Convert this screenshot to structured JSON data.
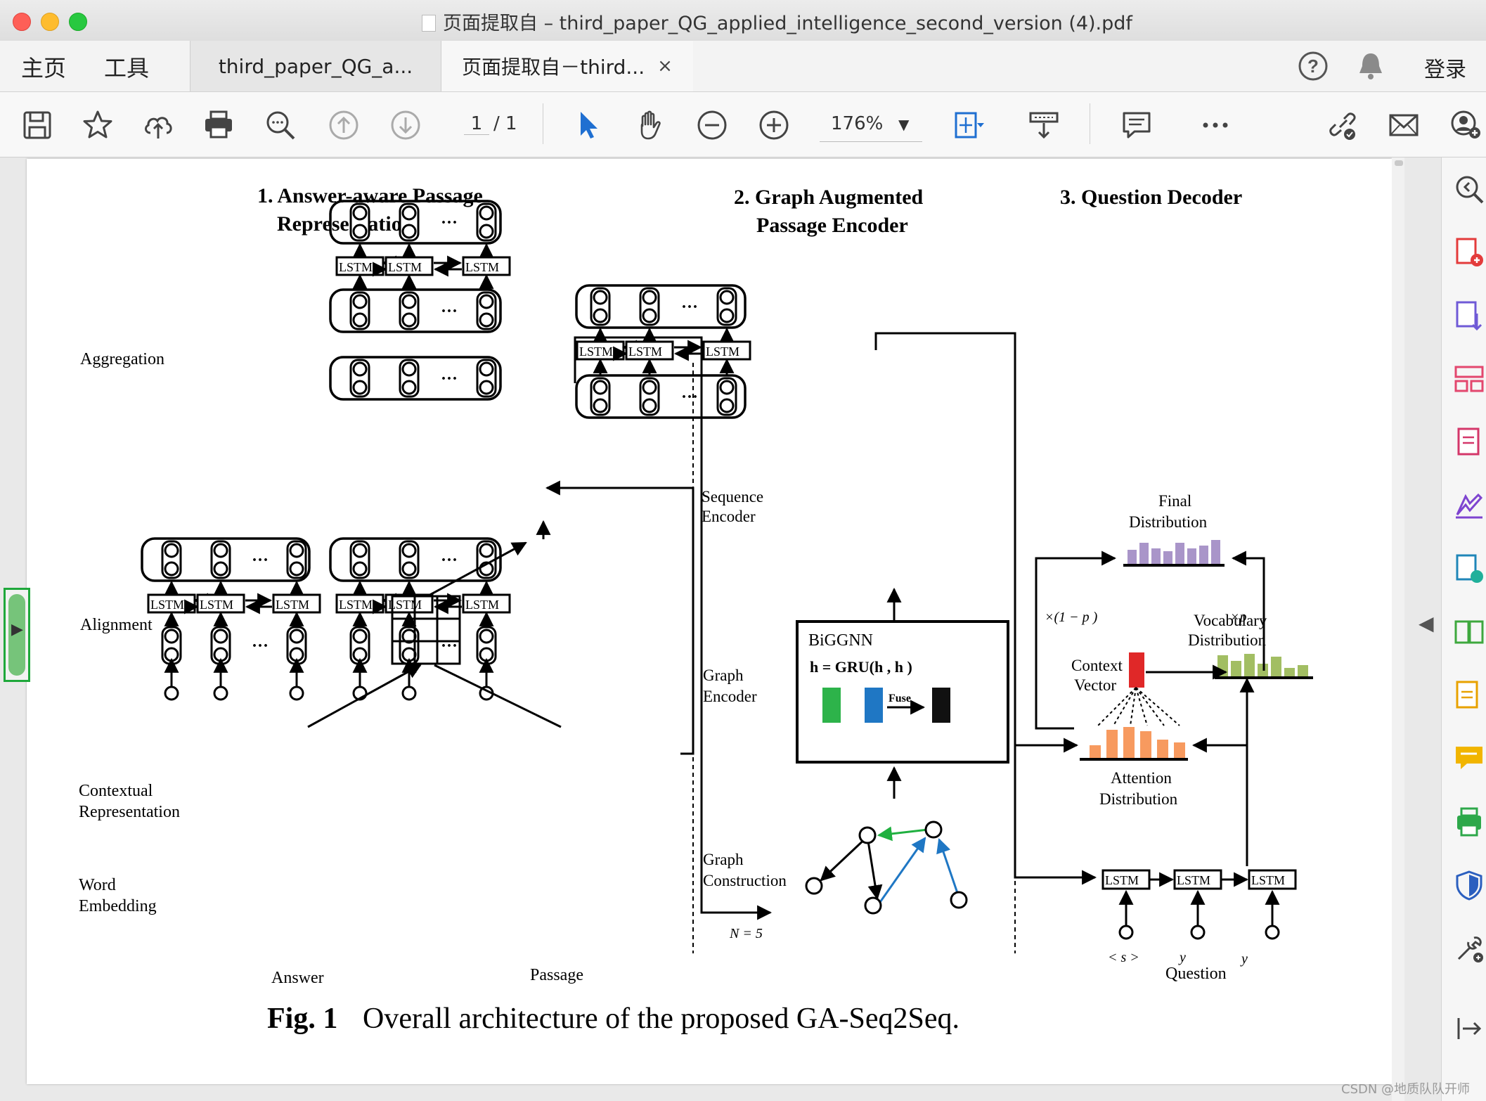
{
  "window": {
    "title": "页面提取自 – third_paper_QG_applied_intelligence_second_version (4).pdf"
  },
  "menu": {
    "home": "主页",
    "tools": "工具"
  },
  "tabs": [
    {
      "label": "third_paper_QG_a..."
    },
    {
      "label": "页面提取自－third...",
      "close": "×"
    }
  ],
  "header_right": {
    "login": "登录"
  },
  "toolbar": {
    "page_current": "1",
    "page_total": "/ 1",
    "zoom": "176%"
  },
  "figure": {
    "section1_line1": "1. Answer-aware Passage",
    "section1_line2": "Representation",
    "section2_line1": "2. Graph Augmented",
    "section2_line2": "Passage Encoder",
    "section3": "3. Question Decoder",
    "label_aggregation": "Aggregation",
    "label_alignment": "Alignment",
    "label_contextual_1": "Contextual",
    "label_contextual_2": "Representation",
    "label_word_1": "Word",
    "label_word_2": "Embedding",
    "label_answer": "Answer",
    "label_passage": "Passage",
    "label_seq_enc_1": "Sequence",
    "label_seq_enc_2": "Encoder",
    "label_graph_enc_1": "Graph",
    "label_graph_enc_2": "Encoder",
    "label_graph_con_1": "Graph",
    "label_graph_con_2": "Construction",
    "label_n5": "N = 5",
    "biggnn": "BiGGNN",
    "gru_formula": "h = GRU(h , h )",
    "fuse": "Fuse",
    "final_dist_1": "Final",
    "final_dist_2": "Distribution",
    "vocab_dist_1": "Vocabulary",
    "vocab_dist_2": "Distribution",
    "context_vec_1": "Context",
    "context_vec_2": "Vector",
    "attn_dist_1": "Attention",
    "attn_dist_2": "Distribution",
    "one_minus_pgen": "×(1 − p  )",
    "pgen": "×p",
    "label_question": "Question",
    "lstm": "LSTM",
    "start_token": "< s >",
    "y1": "y",
    "y2": "y",
    "ellipsis": "···",
    "caption_bold": "Fig. 1",
    "caption_text": "Overall architecture of the proposed GA-Seq2Seq."
  },
  "watermark": "CSDN @地质队队开师",
  "colors": {
    "green_bar": "#2db34a",
    "blue_bar": "#1f77c4",
    "black_bar": "#111111",
    "purple_bar": "#a995c9",
    "olive_bar": "#a2be63",
    "orange_bar": "#f79a5f",
    "red_context": "#e02828",
    "graph_green_edge": "#20b040",
    "graph_blue_edge": "#1f77c4"
  }
}
